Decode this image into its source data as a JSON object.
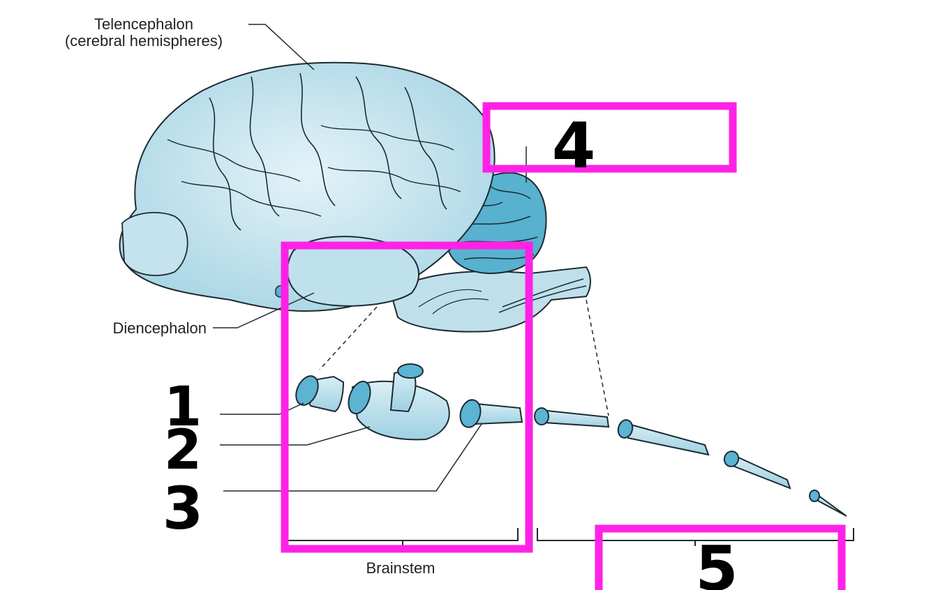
{
  "labels": {
    "telencephalon_line1": "Telencephalon",
    "telencephalon_line2": "(cerebral hemispheres)",
    "diencephalon": "Diencephalon",
    "brainstem": "Brainstem"
  },
  "handwritten_numbers": {
    "n1": "1",
    "n2": "2",
    "n3": "3",
    "n4": "4",
    "n5": "5"
  },
  "colors": {
    "brain_fill": "#b9dde9",
    "brain_highlight": "#e4f3f8",
    "cerebellum_fill": "#57b1cf",
    "segment_end_fill": "#5ab4d2",
    "outline": "#1d2a30",
    "answer_box": "#ff22e6"
  }
}
